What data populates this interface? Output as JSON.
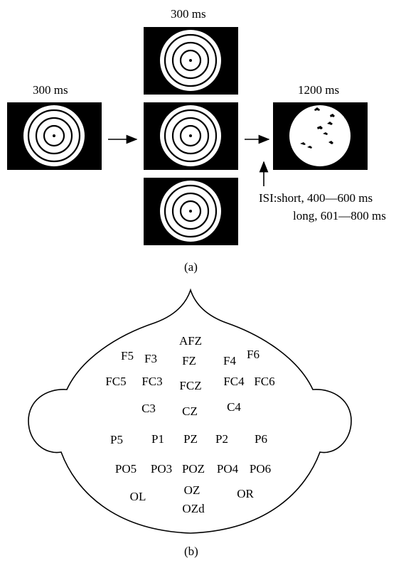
{
  "panel_a": {
    "durations": {
      "first": "300 ms",
      "second": "300 ms",
      "third": "1200 ms"
    },
    "isi": {
      "line1": "ISI:short, 400—600 ms",
      "line2": "long, 601—800 ms"
    },
    "caption": "(a)",
    "colors": {
      "screen": "#000000",
      "ring": "#ffffff"
    }
  },
  "panel_b": {
    "electrodes": [
      "AFZ",
      "F5",
      "F3",
      "FZ",
      "F4",
      "F6",
      "FC5",
      "FC3",
      "FCZ",
      "FC4",
      "FC6",
      "C3",
      "CZ",
      "C4",
      "P5",
      "P1",
      "PZ",
      "P2",
      "P6",
      "PO5",
      "PO3",
      "POZ",
      "PO4",
      "PO6",
      "OL",
      "OZ",
      "OR",
      "OZd"
    ],
    "caption": "(b)"
  }
}
